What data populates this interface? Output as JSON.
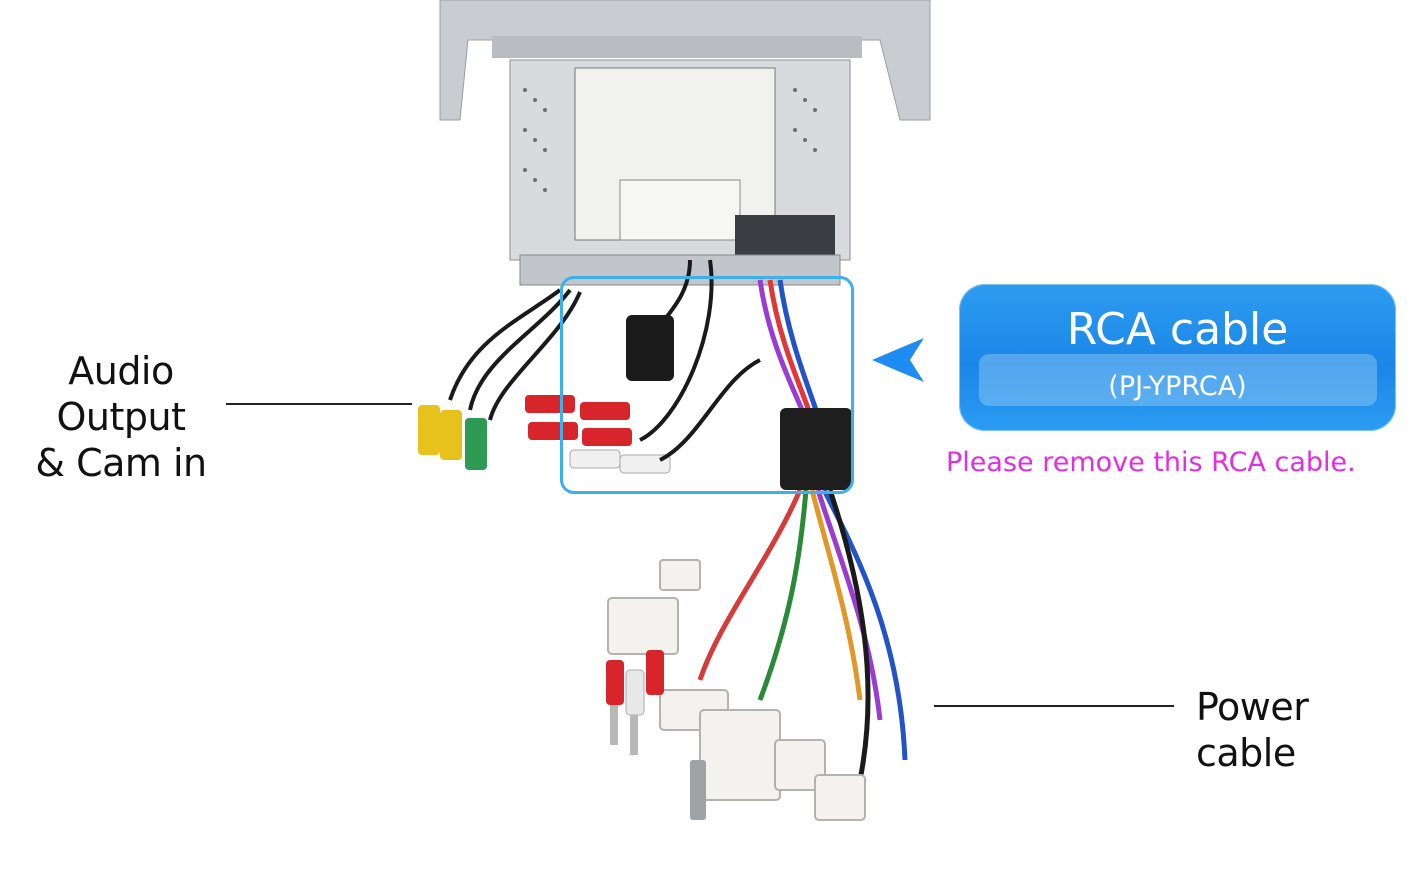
{
  "labels": {
    "audio_output": "Audio Output",
    "cam_in": "& Cam in",
    "power_cable": "Power cable"
  },
  "callout": {
    "title": "RCA cable",
    "subtitle": "(PJ-YPRCA)"
  },
  "note": "Please remove this RCA cable.",
  "colors": {
    "callout_blue": "#1a86e8",
    "highlight_border": "#3bb0ea",
    "note_magenta": "#e22ee0"
  }
}
